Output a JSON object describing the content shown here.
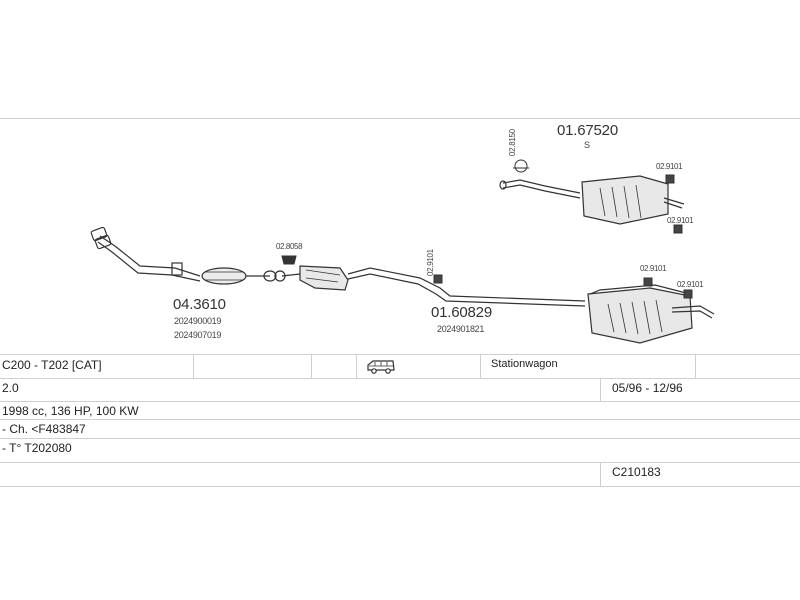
{
  "diagram": {
    "parts": {
      "front_pipe": {
        "number": "04.3610",
        "refs": [
          "2024900019",
          "2024907019"
        ]
      },
      "middle_pipe": {
        "number": "01.60829",
        "refs": [
          "2024901821"
        ]
      },
      "rear_silencer_s": {
        "number": "01.67520",
        "variant": "S"
      },
      "accessories": {
        "gasket_front": "02.8058",
        "clamp_top": "02.8150",
        "mount_mid": "02.9101",
        "mount_s_1": "02.9101",
        "mount_s_2": "02.9101",
        "mount_rear_1": "02.9101",
        "mount_rear_2": "02.9101"
      }
    }
  },
  "table": {
    "model": "C200 - T202  [CAT]",
    "body_type": "Stationwagon",
    "engine": "2.0",
    "years": "05/96 - 12/96",
    "specs": "1998 cc, 136 HP, 100 KW",
    "chassis_note": "- Ch. <F483847",
    "type_note": "- T° T202080",
    "code": "C210183"
  },
  "colors": {
    "line": "#cfcfcf",
    "part_outline": "#333333",
    "part_fill": "#e8e8e8"
  },
  "icons": {
    "body_icon": "station-wagon-icon"
  }
}
